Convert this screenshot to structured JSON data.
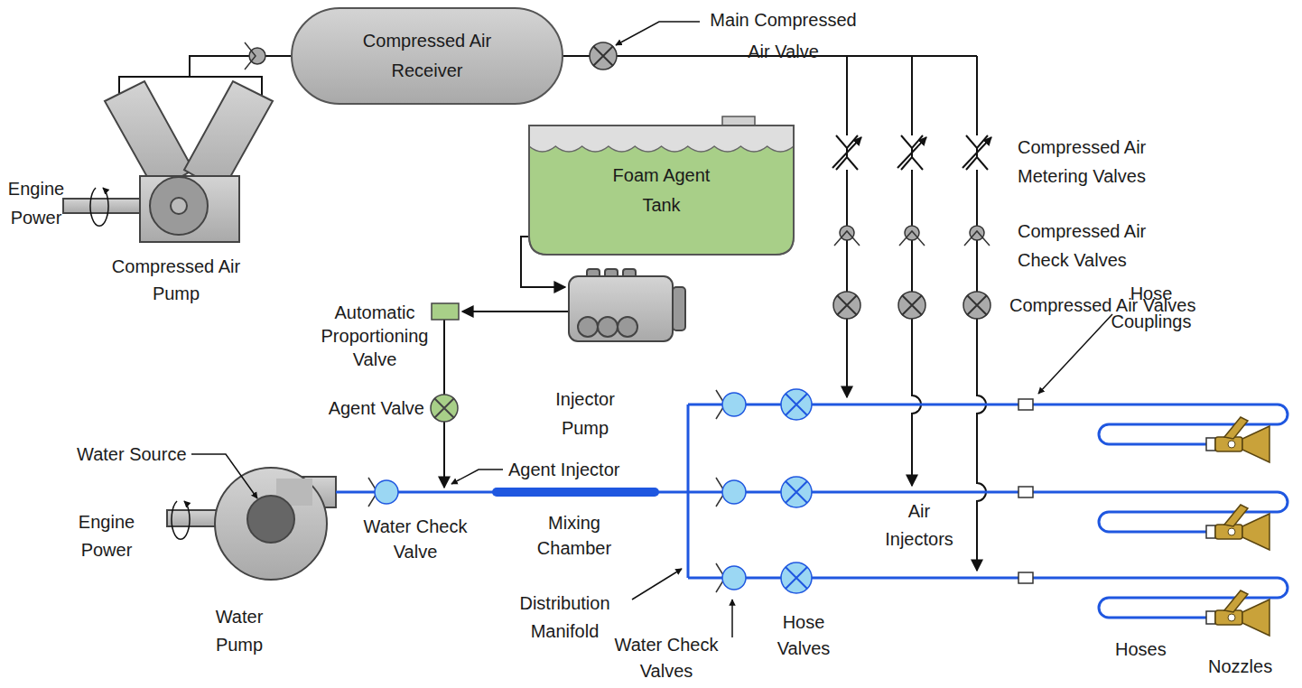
{
  "diagram": {
    "nodes": [
      {
        "text": [
          "Compressed Air Receiver"
        ]
      },
      {
        "text": [
          "Foam Agent Tank"
        ]
      }
    ],
    "labels": [
      "Main Compressed Air Valve",
      "Engine Power",
      "Compressed Air Pump",
      "Compressed Air Metering Valves",
      "Compressed Air Check Valves",
      "Compressed Air Valves",
      "Automatic Proportioning Valve",
      "Injector Pump",
      "Agent Valve",
      "Hose Couplings",
      "Water Source",
      "Agent Injector",
      "Engine Power",
      "Water Check Valve",
      "Mixing Chamber",
      "Air Injectors",
      "Distribution Manifold",
      "Water Pump",
      "Hose Valves",
      "Water Check Valves",
      "Hoses",
      "Nozzles"
    ]
  }
}
